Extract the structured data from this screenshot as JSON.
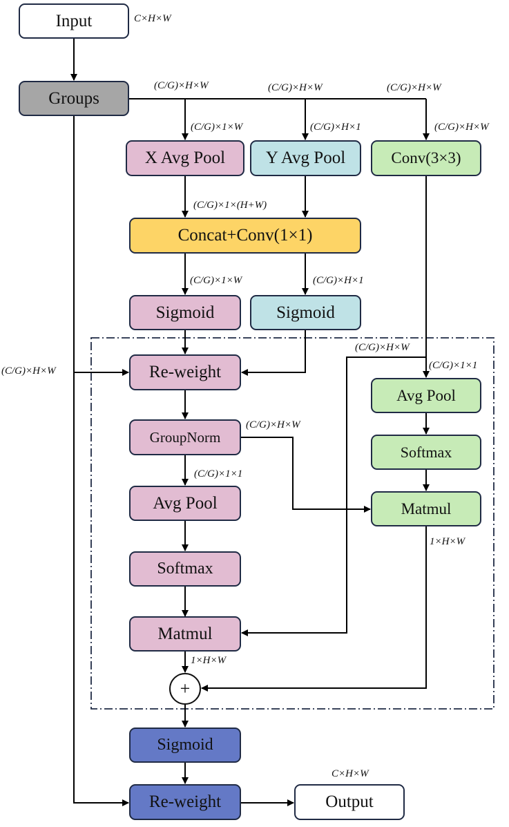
{
  "nodes": {
    "input": "Input",
    "groups": "Groups",
    "x_avg_pool": "X Avg Pool",
    "y_avg_pool": "Y Avg Pool",
    "conv3x3": "Conv(3×3)",
    "concat_conv": "Concat+Conv(1×1)",
    "sigmoid_x": "Sigmoid",
    "sigmoid_y": "Sigmoid",
    "reweight_inner": "Re-weight",
    "groupnorm": "GroupNorm",
    "avgpool_left": "Avg Pool",
    "softmax_left": "Softmax",
    "matmul_left": "Matmul",
    "avgpool_right": "Avg Pool",
    "softmax_right": "Softmax",
    "matmul_right": "Matmul",
    "plus": "+",
    "sigmoid_final": "Sigmoid",
    "reweight_final": "Re-weight",
    "output": "Output"
  },
  "labels": {
    "input_shape": "C×H×W",
    "groups_out_1": "(C/G)×H×W",
    "groups_out_2": "(C/G)×H×W",
    "groups_out_3": "(C/G)×H×W",
    "x_pool_in": "(C/G)×1×W",
    "y_pool_in": "(C/G)×H×1",
    "conv_in": "(C/G)×H×W",
    "concat_in": "(C/G)×1×(H+W)",
    "sig_x_in": "(C/G)×1×W",
    "sig_y_in": "(C/G)×H×1",
    "side_shape": "(C/G)×H×W",
    "conv_out_branch": "(C/G)×H×W",
    "right_avgpool_in": "(C/G)×1×1",
    "groupnorm_out": "(C/G)×H×W",
    "left_avgpool_in": "(C/G)×1×1",
    "right_matmul_out": "1×H×W",
    "left_matmul_out": "1×H×W",
    "output_shape": "C×H×W"
  },
  "colors": {
    "pink": "#e2bcd2",
    "cyan": "#bfe2e6",
    "green": "#c7ebb7",
    "yellow": "#fdd466",
    "gray": "#a6a6a6",
    "blue": "#6479c6",
    "border": "#1f2a44"
  }
}
